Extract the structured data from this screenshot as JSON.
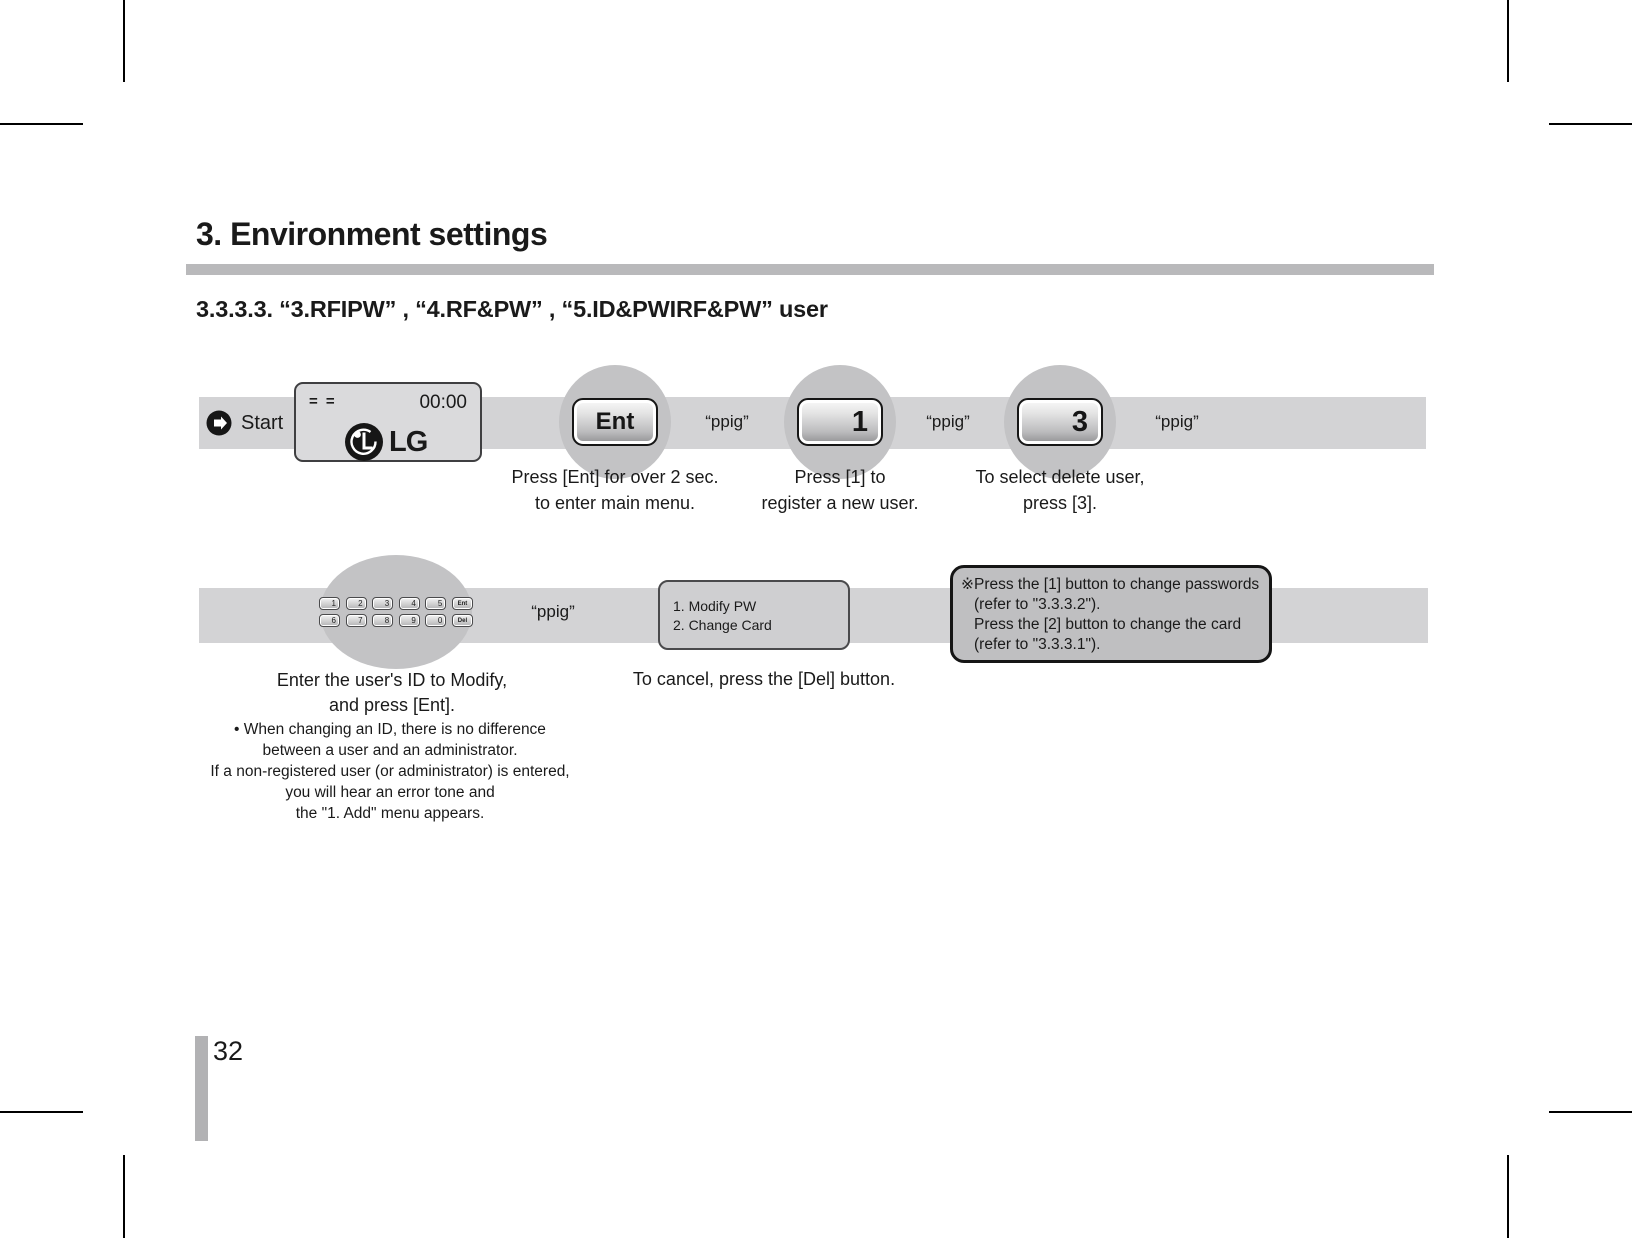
{
  "page": {
    "title": "3. Environment settings",
    "section_heading": "3.3.3.3.  “3.RFIPW” ,  “4.RF&PW” ,  “5.ID&PWIRF&PW”  user",
    "page_number": "32"
  },
  "device_display": {
    "status": "= =",
    "time": "00:00",
    "brand": "LG"
  },
  "flow": {
    "start_label": "Start",
    "row1_steps": [
      {
        "key_label": "Ent",
        "sound": "“ppig”",
        "caption1": "Press [Ent] for over 2 sec.",
        "caption2": "to enter main menu."
      },
      {
        "key_label": "1",
        "sound": "“ppig”",
        "caption1": "Press [1] to",
        "caption2": "register a new user."
      },
      {
        "key_label": "3",
        "sound": "“ppig”",
        "caption1": "To select delete user,",
        "caption2": "press [3]."
      }
    ],
    "row2": {
      "keys_row1": [
        "1",
        "2",
        "3",
        "4",
        "5",
        "Ent"
      ],
      "keys_row2": [
        "6",
        "7",
        "8",
        "9",
        "0",
        "Del"
      ],
      "sound": "“ppig”",
      "lcd_lines": [
        "1. Modify PW",
        "2. Change Card"
      ],
      "note_lines": [
        "※Press the [1] button to change passwords",
        "(refer to \"3.3.3.2\").",
        "Press the [2] button to change the card",
        "(refer to \"3.3.3.1\")."
      ],
      "caption_enter1": "Enter the user's ID to Modify,",
      "caption_enter2": "and press [Ent].",
      "notes": [
        "• When changing an ID, there is no difference",
        "between a user and an administrator.",
        "If a non-registered user (or administrator) is entered,",
        "you will hear an error tone and",
        "the \"1. Add\" menu appears."
      ],
      "caption_cancel": "To cancel, press the [Del] button."
    }
  },
  "colors": {
    "band": "#d3d3d5",
    "step_circle": "#c3c3c5",
    "note_box_fill": "#bfbfc1",
    "title_bar": "#b9b9bb",
    "page_bar": "#b2b2b4"
  }
}
